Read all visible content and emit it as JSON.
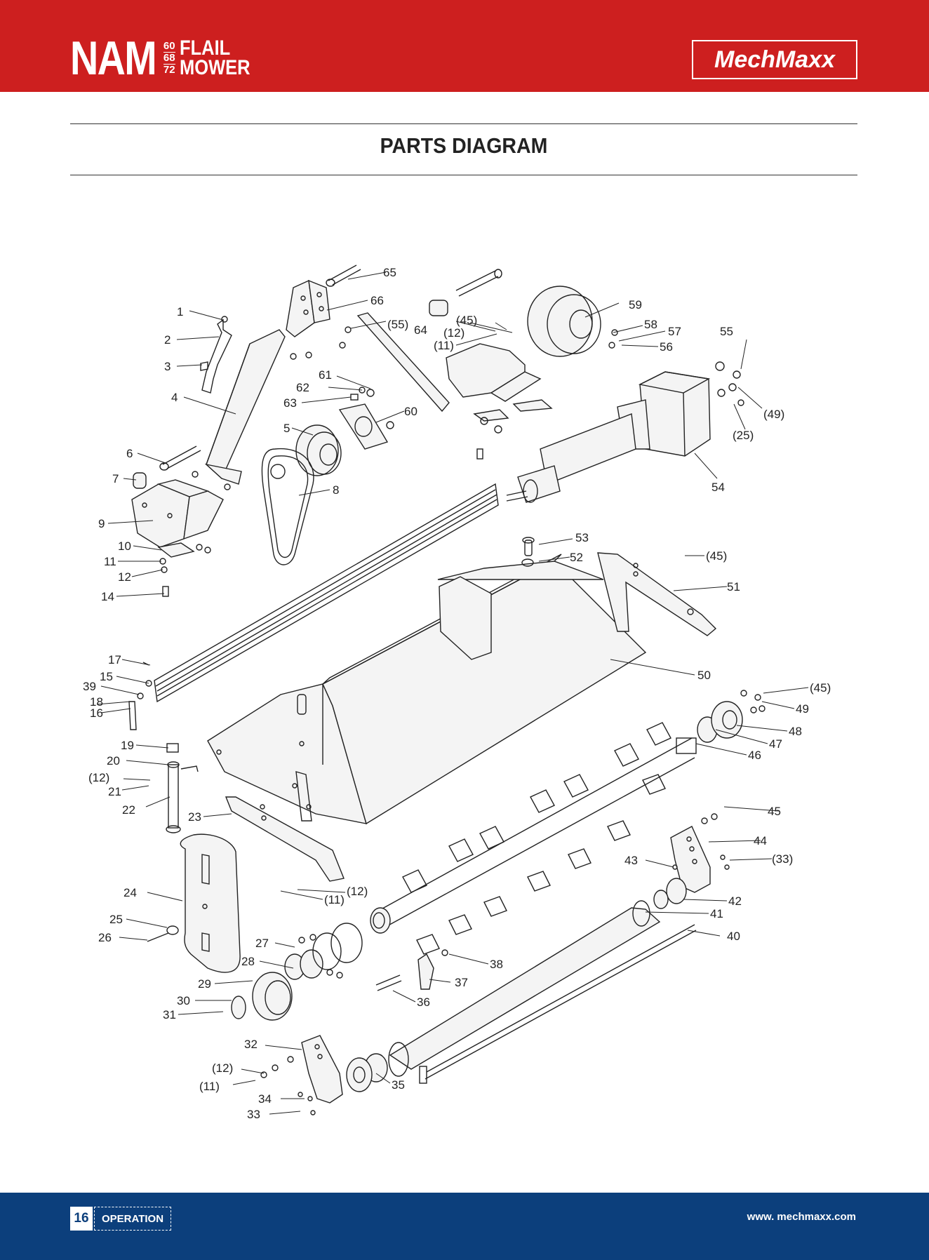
{
  "header": {
    "model": "NAM",
    "sizes": [
      "60",
      "68",
      "72"
    ],
    "product_line1": "FLAIL",
    "product_line2": "MOWER",
    "logo": "MechMaxx",
    "accent_color": "#cd1f1f"
  },
  "page": {
    "title": "PARTS DIAGRAM"
  },
  "diagram_labels": {
    "l1": "1",
    "l2": "2",
    "l3": "3",
    "l4": "4",
    "l5": "5",
    "l6": "6",
    "l7": "7",
    "l8": "8",
    "l9": "9",
    "l10": "10",
    "l11": "11",
    "l12": "12",
    "l14": "14",
    "l15": "15",
    "l16": "16",
    "l17": "17",
    "l18": "18",
    "l19": "19",
    "l20": "20",
    "l12b": "(12)",
    "l21": "21",
    "l22": "22",
    "l23": "23",
    "l24": "24",
    "l25": "25",
    "l26": "26",
    "l27": "27",
    "l28": "28",
    "l29": "29",
    "l30": "30",
    "l31": "31",
    "l32": "32",
    "l12c": "(12)",
    "l11c": "(11)",
    "l34": "34",
    "l33": "33",
    "l35": "35",
    "l36": "36",
    "l37": "37",
    "l38": "38",
    "l39": "39",
    "l11b": "(11)",
    "l12d": "(12)",
    "l40": "40",
    "l41": "41",
    "l42": "42",
    "l43": "43",
    "l44": "44",
    "l33b": "(33)",
    "l45": "45",
    "l45b": "(45)",
    "l46": "46",
    "l47": "47",
    "l48": "48",
    "l49": "49",
    "l50": "50",
    "l51": "51",
    "l45c": "(45)",
    "l52": "52",
    "l53": "53",
    "l54": "54",
    "l25b": "(25)",
    "l49b": "(49)",
    "l55": "55",
    "l56": "56",
    "l57": "57",
    "l58": "58",
    "l59": "59",
    "l45d": "(45)",
    "l12e": "(12)",
    "l11d": "(11)",
    "l55b": "(55)",
    "l64": "64",
    "l60": "60",
    "l61": "61",
    "l62": "62",
    "l63": "63",
    "l65": "65",
    "l66": "66"
  },
  "footer": {
    "page_number": "16",
    "section": "OPERATION",
    "website": "www. mechmaxx.com",
    "bar_color": "#0c3f7c"
  }
}
